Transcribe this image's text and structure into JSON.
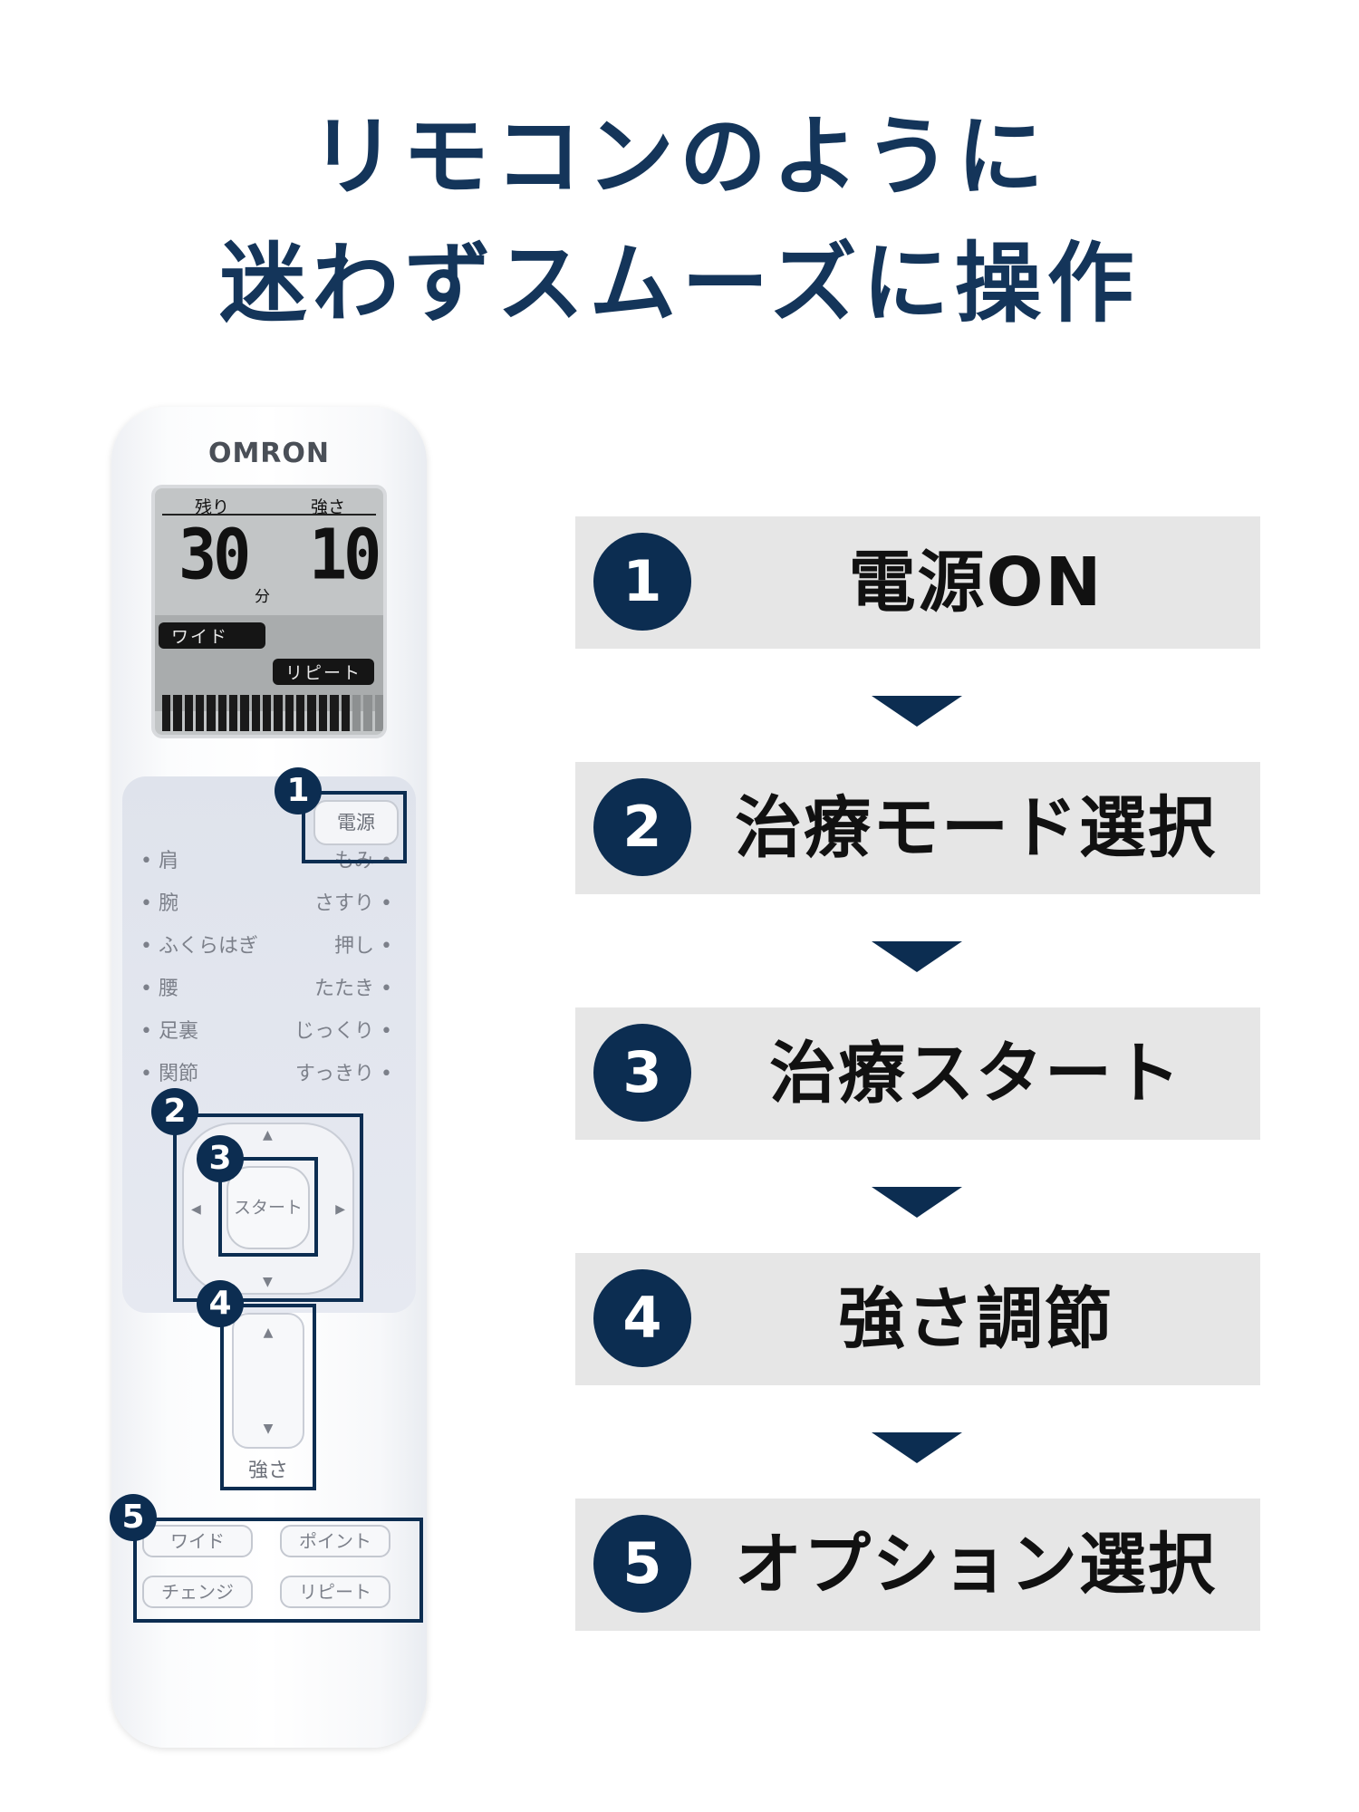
{
  "headline": {
    "line1": "リモコンのように",
    "line2": "迷わずスムーズに操作"
  },
  "remote": {
    "brand": "OMRON",
    "lcd": {
      "remaining_label": "残り",
      "remaining_value": "30",
      "remaining_unit": "分",
      "strength_label": "強さ",
      "strength_value": "10",
      "mode_wide": "ワイド",
      "mode_repeat": "リピート"
    },
    "power_button": "電源",
    "parts": [
      "肩",
      "腕",
      "ふくらはぎ",
      "腰",
      "足裏",
      "関節"
    ],
    "techniques": [
      "もみ",
      "さすり",
      "押し",
      "たたき",
      "じっくり",
      "すっきり"
    ],
    "start_button": "スタート",
    "strength_label": "強さ",
    "option_buttons": [
      "ワイド",
      "ポイント",
      "チェンジ",
      "リピート"
    ],
    "callouts": [
      "1",
      "2",
      "3",
      "4",
      "5"
    ]
  },
  "steps": [
    {
      "num": "1",
      "label": "電源ON"
    },
    {
      "num": "2",
      "label": "治療モード選択"
    },
    {
      "num": "3",
      "label": "治療スタート"
    },
    {
      "num": "4",
      "label": "強さ調節"
    },
    {
      "num": "5",
      "label": "オプション選択"
    }
  ],
  "colors": {
    "navy": "#0c2d51",
    "step_bg": "#e6e6e6",
    "headline": "#14355a"
  }
}
